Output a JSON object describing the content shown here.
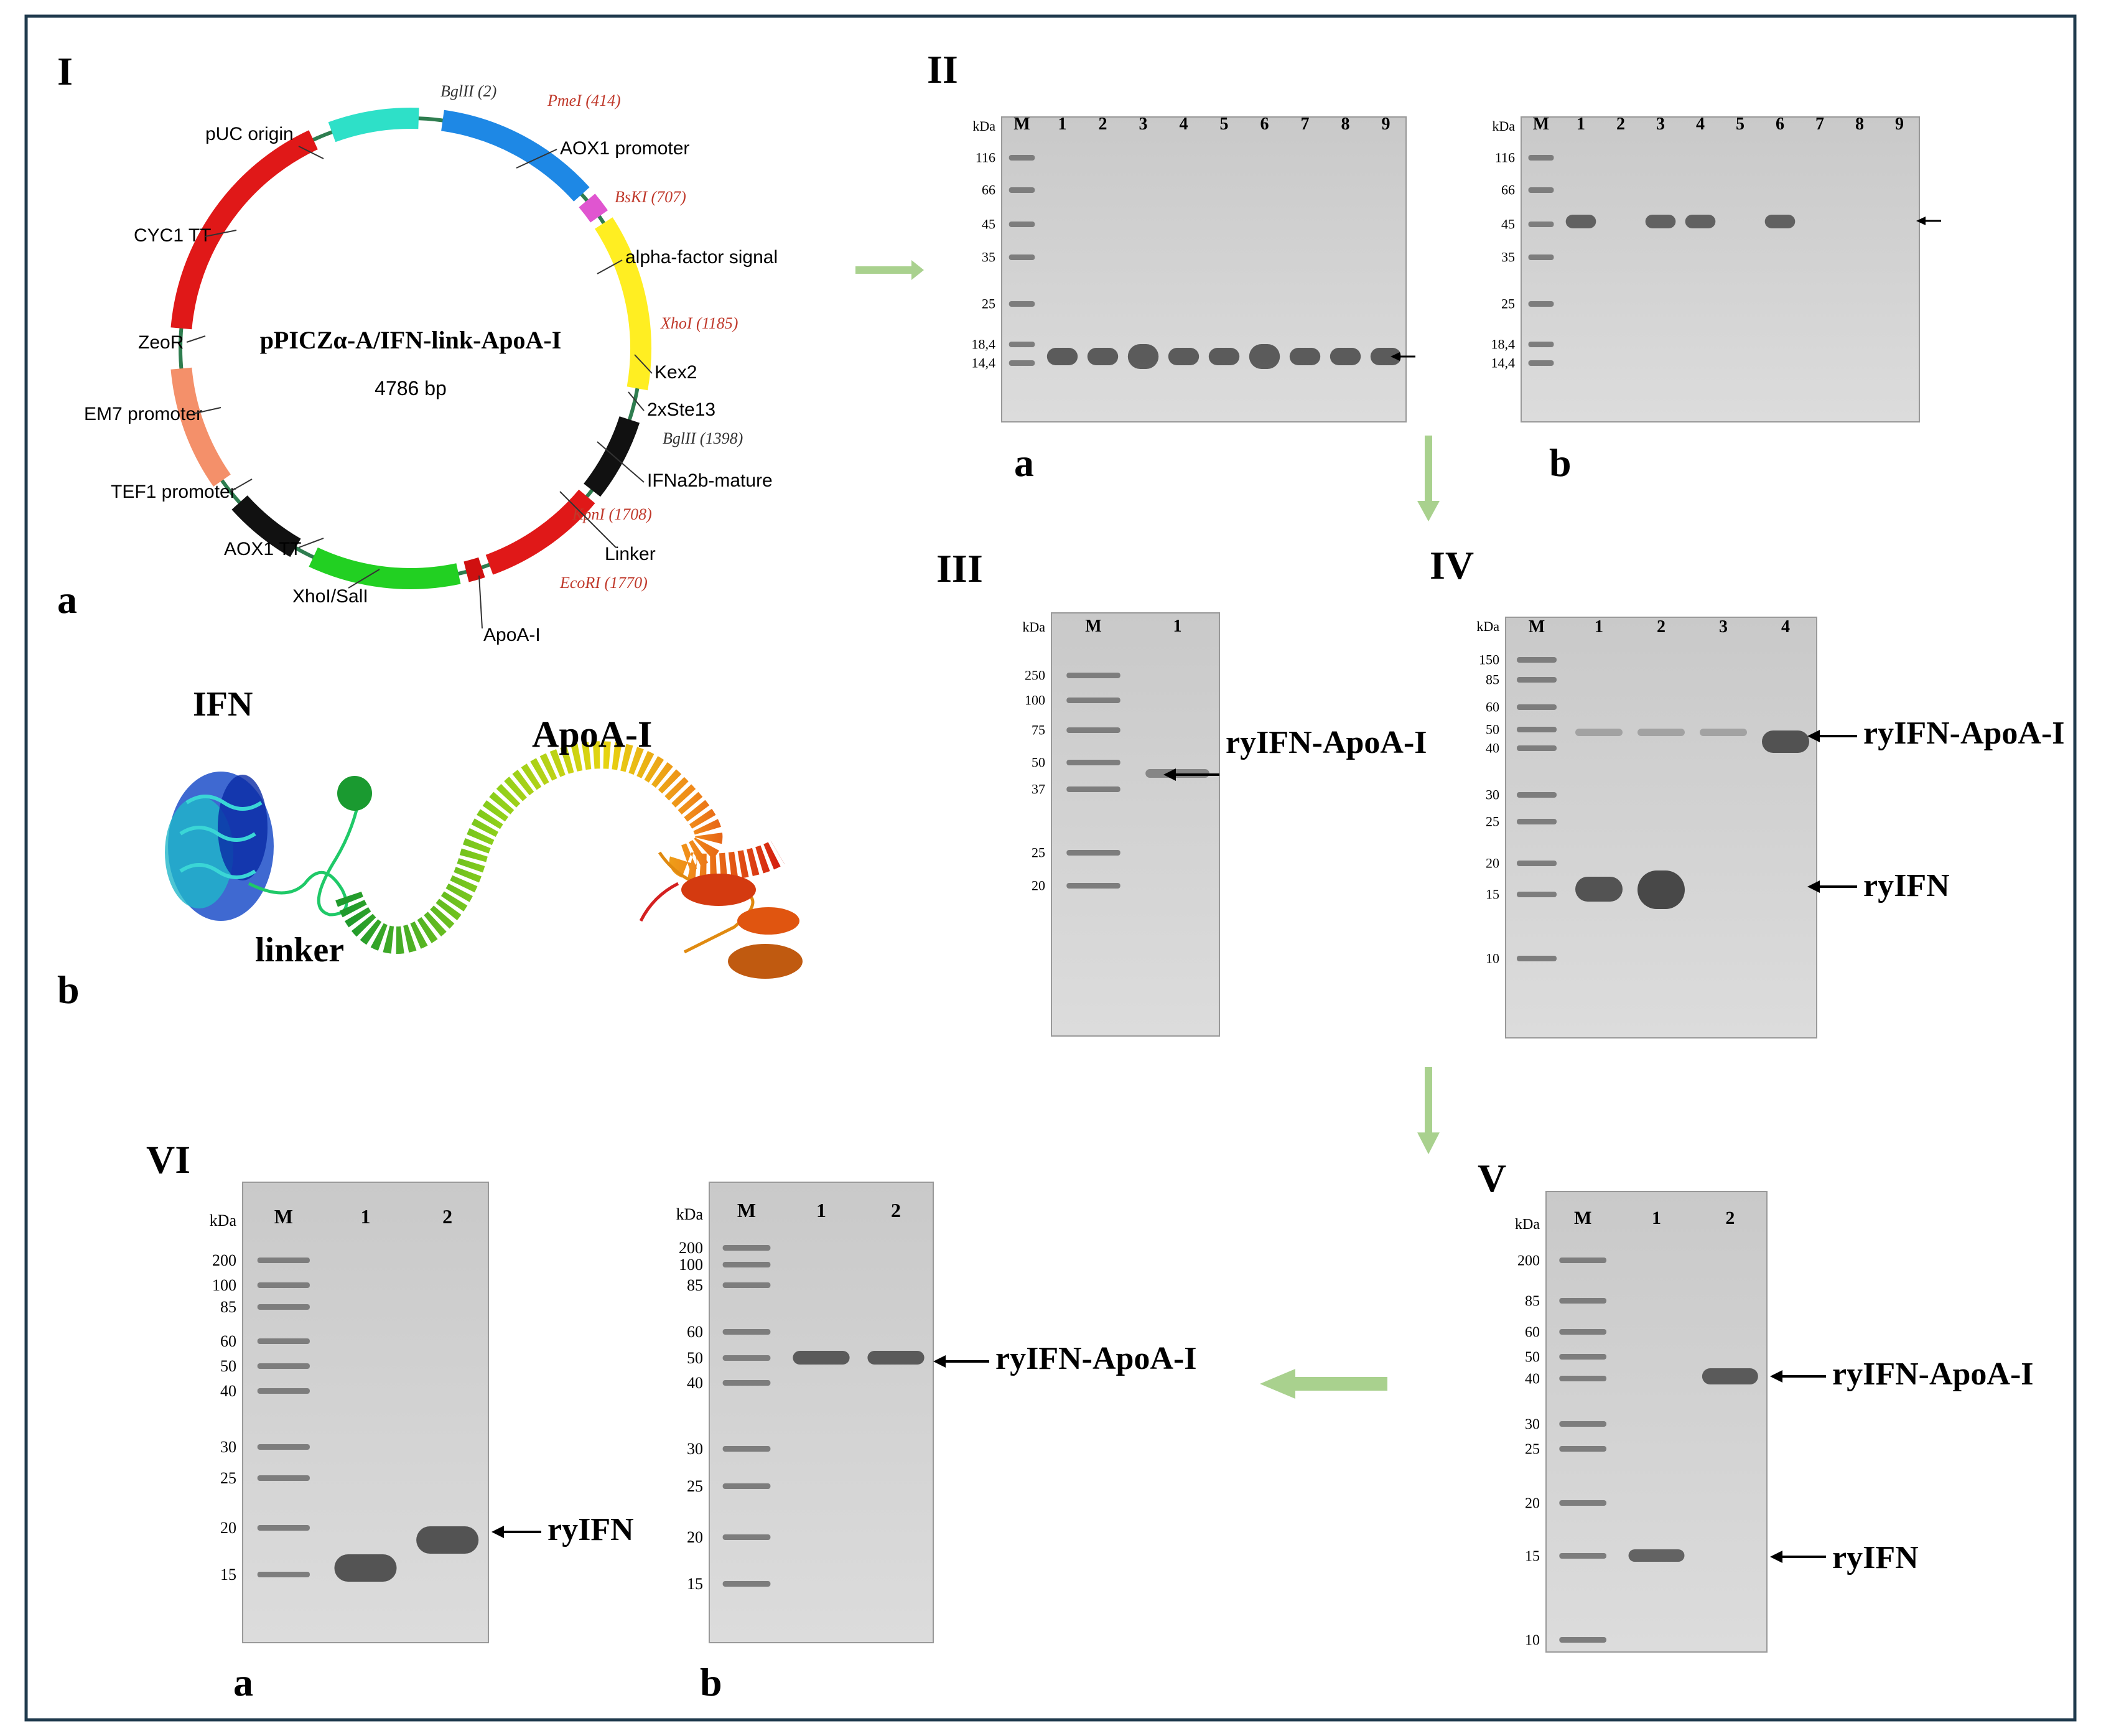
{
  "panels": {
    "I": {
      "label": "I",
      "sub_a": "a",
      "sub_b": "b"
    },
    "II": {
      "label": "II",
      "sub_a": "a",
      "sub_b": "b"
    },
    "III": {
      "label": "III"
    },
    "IV": {
      "label": "IV"
    },
    "V": {
      "label": "V"
    },
    "VI": {
      "label": "VI",
      "sub_a": "a",
      "sub_b": "b"
    }
  },
  "plasmid": {
    "name": "pPICZα-A/IFN-link-ApoA-I",
    "size": "4786 bp",
    "features": {
      "puc_origin": "pUC origin",
      "aox1_promoter": "AOX1 promoter",
      "alpha_factor": "alpha-factor signal",
      "kex2": "Kex2",
      "ste13": "2xSte13",
      "ifna2b": "IFNa2b-mature",
      "linker": "Linker",
      "apoa1": "ApoA-I",
      "xhoi_sali": "XhoI/SalI",
      "aox1_tt": "AOX1 TT",
      "tef1": "TEF1 promoter",
      "em7": "EM7 promoter",
      "zeor": "ZeoR",
      "cyc1": "CYC1 TT"
    },
    "sites": {
      "bglII_2": "BglII (2)",
      "pmeI": "PmeI (414)",
      "bsKI": "BsKI (707)",
      "xhoI": "XhoI (1185)",
      "bglII_1398": "BglII (1398)",
      "kpnI": "KpnI (1708)",
      "ecoRI": "EcoRI (1770)"
    }
  },
  "structure": {
    "ifn": "IFN",
    "apoa1": "ApoA-I",
    "linker": "linker"
  },
  "gels": {
    "kda": "kDa",
    "marker": "M",
    "II_lanes": [
      "1",
      "2",
      "3",
      "4",
      "5",
      "6",
      "7",
      "8",
      "9"
    ],
    "II_markers": [
      "116",
      "66",
      "45",
      "35",
      "25",
      "18,4",
      "14,4"
    ],
    "III_lanes": [
      "1"
    ],
    "III_markers": [
      "250",
      "100",
      "75",
      "50",
      "37",
      "25",
      "20"
    ],
    "IV_lanes": [
      "1",
      "2",
      "3",
      "4"
    ],
    "IV_markers": [
      "150",
      "85",
      "60",
      "50",
      "40",
      "30",
      "25",
      "20",
      "15",
      "10"
    ],
    "V_lanes": [
      "1",
      "2"
    ],
    "V_markers": [
      "200",
      "85",
      "60",
      "50",
      "40",
      "30",
      "25",
      "20",
      "15",
      "10"
    ],
    "VIa_lanes": [
      "1",
      "2"
    ],
    "VIa_markers": [
      "200",
      "100",
      "85",
      "60",
      "50",
      "40",
      "30",
      "25",
      "20",
      "15"
    ],
    "VIb_lanes": [
      "1",
      "2"
    ],
    "VIb_markers": [
      "200",
      "100",
      "85",
      "60",
      "50",
      "40",
      "30",
      "25",
      "20",
      "15"
    ]
  },
  "band_labels": {
    "fusion": "ryIFN-ApoA-I",
    "ifn": "ryIFN"
  },
  "colors": {
    "frame": "#1f3a4d",
    "flow_arrow": "#a9d18e",
    "gel": "#d6d6d6",
    "band": "#4a4a4a"
  }
}
